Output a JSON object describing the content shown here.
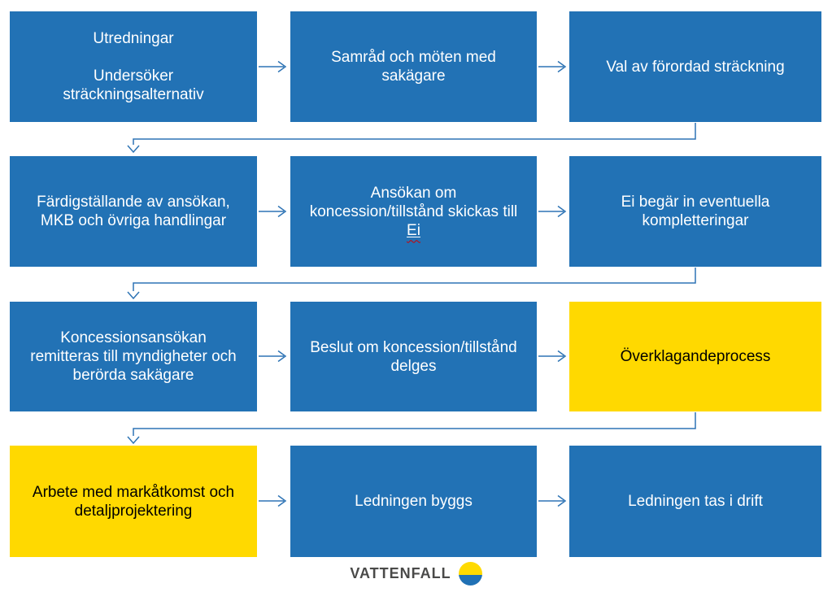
{
  "colors": {
    "box_blue": "#2272B5",
    "box_yellow": "#FFD900",
    "text_on_blue": "#ffffff",
    "text_on_yellow": "#000000",
    "connector_blue": "#2E74B5",
    "spellcheck_red": "#d00000",
    "logo_text_gray": "#4a4a49",
    "logo_yellow": "#FFDA00",
    "logo_blue": "#2071B5"
  },
  "flow": {
    "boxes": [
      {
        "label": "Utredningar\n\nUndersöker\nsträckningsalternativ",
        "color": "blue"
      },
      {
        "label": "Samråd och möten med\nsakägare",
        "color": "blue"
      },
      {
        "label": "Val av förordad sträckning",
        "color": "blue"
      },
      {
        "label": "Färdigställande av ansökan,\nMKB och övriga handlingar",
        "color": "blue"
      },
      {
        "label": "Ansökan om\nkoncession/tillstånd skickas till",
        "misspelled": "Ei",
        "color": "blue"
      },
      {
        "label": "Ei begär in eventuella\nkompletteringar",
        "color": "blue"
      },
      {
        "label": "Koncessionsansökan\nremitteras till myndigheter och\nberörda sakägare",
        "color": "blue"
      },
      {
        "label": "Beslut om koncession/tillstånd\ndelges",
        "color": "blue"
      },
      {
        "label": "Överklagandeprocess",
        "color": "yellow"
      },
      {
        "label": "Arbete med markåtkomst och\ndetaljprojektering",
        "color": "yellow"
      },
      {
        "label": "Ledningen byggs",
        "color": "blue"
      },
      {
        "label": "Ledningen tas i drift",
        "color": "blue"
      }
    ]
  },
  "logo": {
    "text": "VATTENFALL"
  }
}
